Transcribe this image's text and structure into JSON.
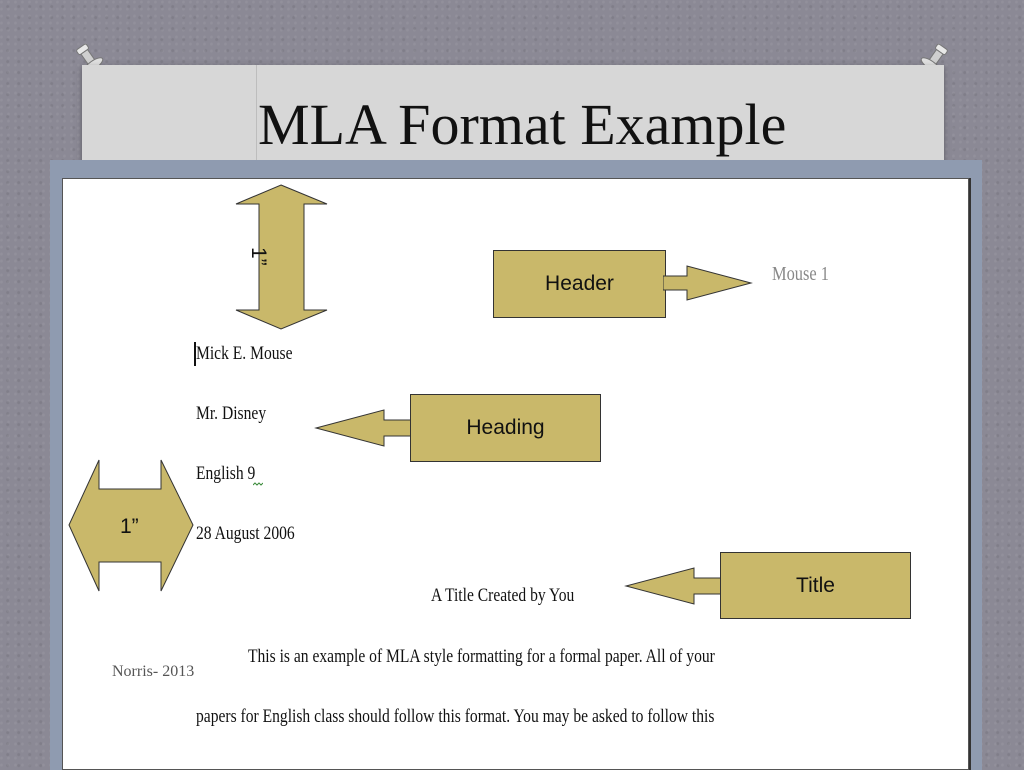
{
  "slide": {
    "title": "MLA Format Example",
    "credit": "Norris- 2013"
  },
  "document": {
    "header_sample": "Mouse 1",
    "heading_lines": [
      "Mick E. Mouse",
      "Mr. Disney",
      "English 9",
      "28 August 2006"
    ],
    "paper_title": "A Title Created by You",
    "body_lines": [
      "This is an example of MLA style formatting for a formal paper.  All of your",
      "papers for English class should follow this format.  You may be asked to follow this"
    ]
  },
  "callouts": {
    "header": "Header",
    "heading": "Heading",
    "title": "Title",
    "top_margin": "1”",
    "left_margin": "1”"
  },
  "colors": {
    "callout_fill": "#c9b86a",
    "frame": "#8f9bb0",
    "background": "#8b8995"
  },
  "icons": [
    "pushpin-icon",
    "vertical-double-arrow-icon",
    "horizontal-double-arrow-icon",
    "left-arrow-icon",
    "right-arrow-icon"
  ]
}
